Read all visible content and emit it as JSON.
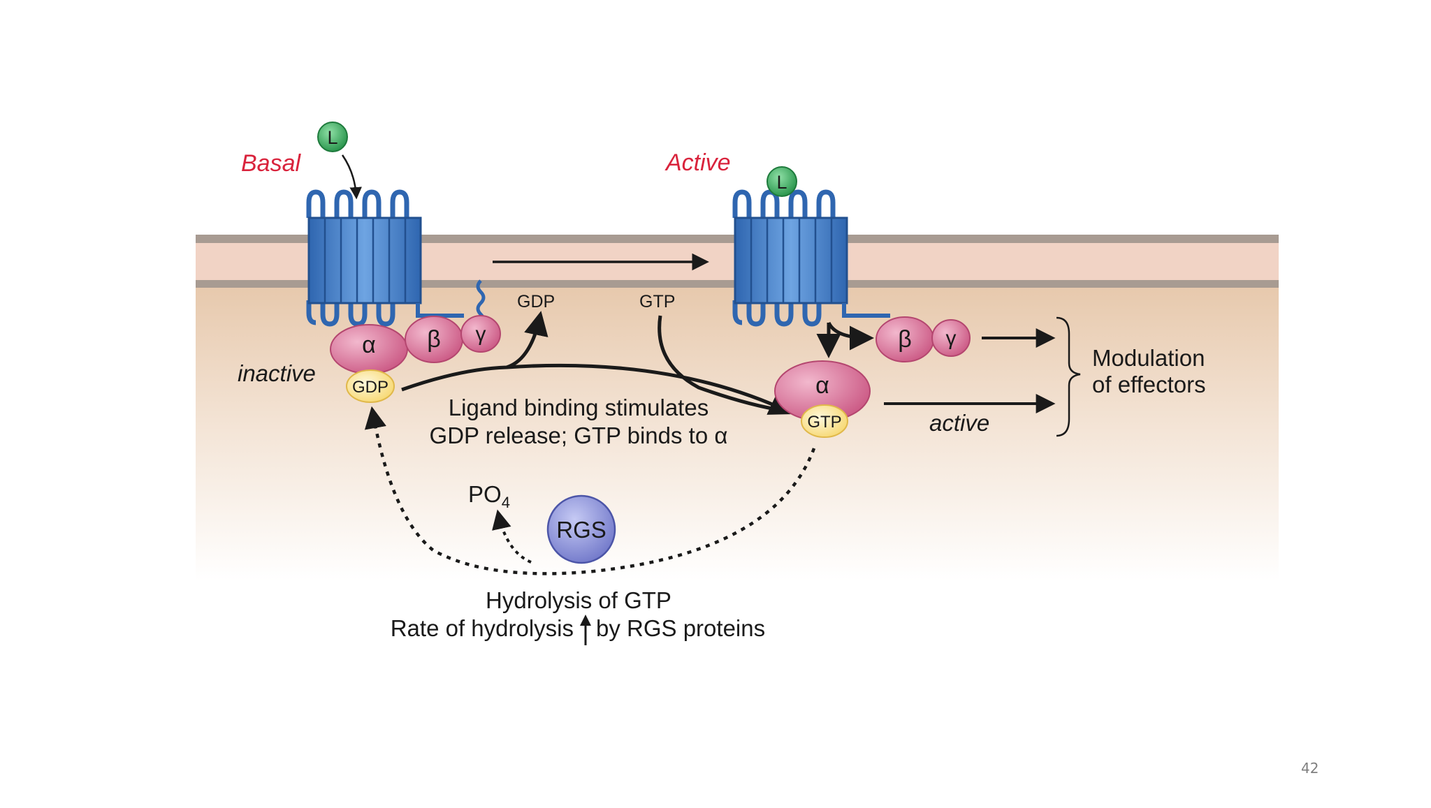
{
  "slide": {
    "page_number": "42"
  },
  "diagram": {
    "labels": {
      "basal": "Basal",
      "active_state": "Active",
      "inactive": "inactive",
      "active_alpha": "active",
      "ligand": "L",
      "gdp_release": "GDP",
      "gtp_enter": "GTP",
      "gdp_bound": "GDP",
      "gtp_bound": "GTP",
      "alpha": "α",
      "beta": "β",
      "gamma": "γ",
      "ligand_caption_line1": "Ligand binding stimulates",
      "ligand_caption_line2": "GDP release; GTP binds to α",
      "modulation_line1": "Modulation",
      "modulation_line2": "of effectors",
      "phosphate": "PO",
      "phosphate_sub": "4",
      "rgs": "RGS",
      "hydrolysis_line1": "Hydrolysis of GTP",
      "hydrolysis_line2a": "Rate of hydrolysis",
      "hydrolysis_line2b": "by RGS proteins"
    },
    "colors": {
      "basal_label": "#d9233c",
      "active_label": "#d9233c",
      "receptor_blue": "#3a78c3",
      "subunit_pink": "#d86b93",
      "gdp_yellow": "#fbe69a",
      "ligand_green": "#3dae62",
      "rgs_purple": "#8c92d8",
      "membrane_band": "#f0d2c4",
      "membrane_edge": "#aa9c93",
      "cytoplasm": "#e6c9ae"
    }
  }
}
